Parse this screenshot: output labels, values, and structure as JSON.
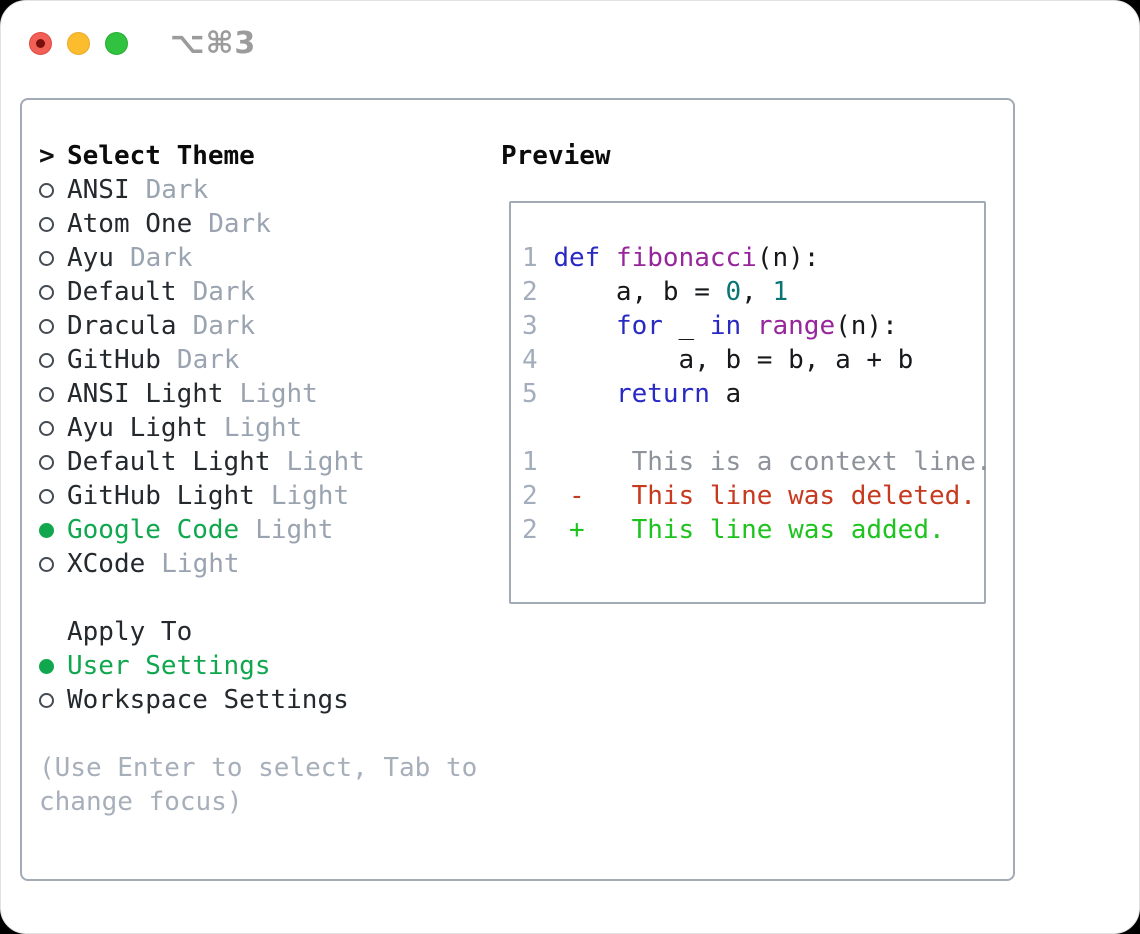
{
  "window": {
    "title": "⌥⌘3"
  },
  "colors": {
    "tl_red": "#f25f57",
    "tl_red_dot": "#7a100d",
    "tl_yellow": "#fbbc2e",
    "tl_green": "#31c23f",
    "title_gray": "#9b9b9b",
    "border_gray": "#a2aab5",
    "text_dark": "#24292e",
    "accent_green": "#10a74e",
    "gray_tag": "#9aa4b0",
    "gray_hint": "#a7afba",
    "gray_context": "#8e939b",
    "line_number": "#a3adbb",
    "keyword_blue": "#2929c4",
    "function_purple": "#97259c",
    "number_teal": "#0b7474",
    "deleted_red": "#c63a20",
    "added_green": "#1fc31f"
  },
  "theme_panel": {
    "prompt": ">",
    "title": "Select Theme",
    "items": [
      {
        "name": "ANSI",
        "tag": "Dark",
        "selected": false
      },
      {
        "name": "Atom One",
        "tag": "Dark",
        "selected": false
      },
      {
        "name": "Ayu",
        "tag": "Dark",
        "selected": false
      },
      {
        "name": "Default",
        "tag": "Dark",
        "selected": false
      },
      {
        "name": "Dracula",
        "tag": "Dark",
        "selected": false
      },
      {
        "name": "GitHub",
        "tag": "Dark",
        "selected": false
      },
      {
        "name": "ANSI Light",
        "tag": "Light",
        "selected": false
      },
      {
        "name": "Ayu Light",
        "tag": "Light",
        "selected": false
      },
      {
        "name": "Default Light",
        "tag": "Light",
        "selected": false
      },
      {
        "name": "GitHub Light",
        "tag": "Light",
        "selected": false
      },
      {
        "name": "Google Code",
        "tag": "Light",
        "selected": true
      },
      {
        "name": "XCode",
        "tag": "Light",
        "selected": false
      }
    ],
    "apply_to": {
      "title": "Apply To",
      "options": [
        {
          "name": "User Settings",
          "selected": true
        },
        {
          "name": "Workspace Settings",
          "selected": false
        }
      ]
    },
    "hint_lines": [
      "(Use Enter to select, Tab to",
      "change focus)"
    ]
  },
  "preview": {
    "title": "Preview",
    "lines": [
      {
        "segments": [
          [
            "ln",
            "1"
          ],
          [
            "pl",
            " "
          ],
          [
            "kw",
            "def"
          ],
          [
            "pl",
            " "
          ],
          [
            "fn",
            "fibonacci"
          ],
          [
            "pl",
            "(n):"
          ]
        ]
      },
      {
        "segments": [
          [
            "ln",
            "2"
          ],
          [
            "pl",
            "     a, b = "
          ],
          [
            "num",
            "0"
          ],
          [
            "pl",
            ", "
          ],
          [
            "num",
            "1"
          ]
        ]
      },
      {
        "segments": [
          [
            "ln",
            "3"
          ],
          [
            "pl",
            "     "
          ],
          [
            "kw",
            "for"
          ],
          [
            "pl",
            " _ "
          ],
          [
            "kw",
            "in"
          ],
          [
            "pl",
            " "
          ],
          [
            "fn",
            "range"
          ],
          [
            "pl",
            "(n):"
          ]
        ]
      },
      {
        "segments": [
          [
            "ln",
            "4"
          ],
          [
            "pl",
            "         a, b = b, a + b"
          ]
        ]
      },
      {
        "segments": [
          [
            "ln",
            "5"
          ],
          [
            "pl",
            "     "
          ],
          [
            "kw",
            "return"
          ],
          [
            "pl",
            " a"
          ]
        ]
      },
      {
        "segments": []
      },
      {
        "segments": [
          [
            "ln",
            "1"
          ],
          [
            "ctx",
            "      This is a context line."
          ]
        ]
      },
      {
        "segments": [
          [
            "ln",
            "2"
          ],
          [
            "del",
            "  -   This line was deleted."
          ]
        ]
      },
      {
        "segments": [
          [
            "ln",
            "2"
          ],
          [
            "add",
            "  +   This line was added."
          ]
        ]
      }
    ]
  }
}
